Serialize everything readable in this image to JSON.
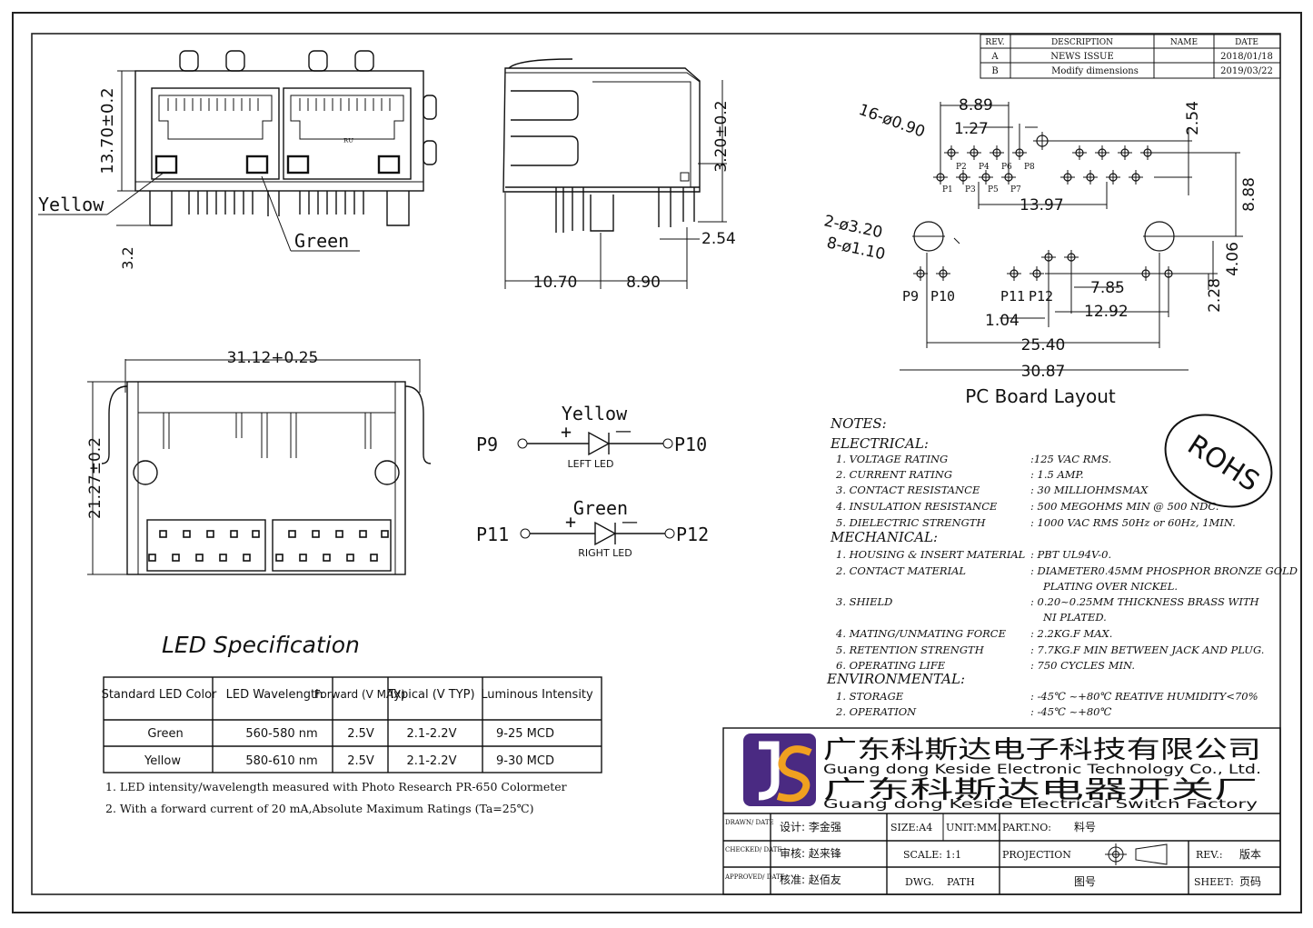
{
  "revision_table": {
    "headers": [
      "REV.",
      "DESCRIPTION",
      "NAME",
      "DATE"
    ],
    "rows": [
      [
        "A",
        "NEWS ISSUE",
        "",
        "2018/01/18"
      ],
      [
        "B",
        "Modify dimensions",
        "",
        "2019/03/22"
      ]
    ]
  },
  "front_view": {
    "height_dim": "13.70±0.2",
    "bottom_dim": "3.2",
    "led_yellow": "Yellow",
    "led_green": "Green"
  },
  "side_view": {
    "height_dim": "3.20±0.2",
    "pin_dim": "2.54",
    "dim_left": "10.70",
    "dim_right": "8.90"
  },
  "bottom_view": {
    "width_dim": "31.12+0.25",
    "height_dim": "21.27±0.2"
  },
  "led_circuits": [
    {
      "color": "Yellow",
      "pin_left": "P9",
      "pin_right": "P10",
      "plus": "+",
      "minus": "—",
      "label": "LEFT LED"
    },
    {
      "color": "Green",
      "pin_left": "P11",
      "pin_right": "P12",
      "plus": "+",
      "minus": "—",
      "label": "RIGHT LED"
    }
  ],
  "pcb_layout": {
    "title": "PC Board Layout",
    "dims": {
      "d889": "8.89",
      "d127": "1.27",
      "d254": "2.54",
      "holes_small": "16-ø0.90",
      "d1397": "13.97",
      "d888": "8.88",
      "holes_large": "2-ø3.20",
      "holes_mid": "8-ø1.10",
      "d406": "4.06",
      "d785": "7.85",
      "d1292": "12.92",
      "d228": "2.28",
      "d104": "1.04",
      "d2540": "25.40",
      "d3087": "30.87"
    },
    "pins_top": [
      "P2",
      "P4",
      "P6",
      "P8"
    ],
    "pins_bottom": [
      "P1",
      "P3",
      "P5",
      "P7"
    ],
    "led_pins": [
      "P9",
      "P10",
      "P11",
      "P12"
    ]
  },
  "rohs": "ROHS",
  "notes": {
    "title": "NOTES:",
    "sections": [
      {
        "heading": "ELECTRICAL:",
        "items": [
          {
            "label": "1.  VOLTAGE RATING",
            "value": ":125 VAC RMS."
          },
          {
            "label": "2.  CURRENT RATING",
            "value": ": 1.5 AMP."
          },
          {
            "label": "3. CONTACT RESISTANCE",
            "value": ": 30 MILLIOHMSMAX"
          },
          {
            "label": "4.  INSULATION RESISTANCE",
            "value": ": 500 MEGOHMS MIN @ 500  NDC."
          },
          {
            "label": "5. DIELECTRIC STRENGTH",
            "value": ": 1000 VAC RMS 50Hz  or 60Hz, 1MIN."
          }
        ]
      },
      {
        "heading": "MECHANICAL:",
        "items": [
          {
            "label": "1.  HOUSING & INSERT MATERIAL",
            "value": ": PBT UL94V-0."
          },
          {
            "label": "2.  CONTACT MATERIAL",
            "value": ": DIAMETER0.45MM PHOSPHOR BRONZE GOLD",
            "value2": "PLATING OVER NICKEL."
          },
          {
            "label": "3.  SHIELD",
            "value": ": 0.20~0.25MM THICKNESS BRASS WITH",
            "value2": "NI PLATED."
          },
          {
            "label": "4.  MATING/UNMATING FORCE",
            "value": ": 2.2KG.F MAX."
          },
          {
            "label": "5.  RETENTION STRENGTH",
            "value": ": 7.7KG.F MIN BETWEEN JACK AND PLUG."
          },
          {
            "label": "6.  OPERATING LIFE",
            "value": ": 750 CYCLES MIN."
          }
        ]
      },
      {
        "heading": "ENVIRONMENTAL:",
        "items": [
          {
            "label": "1. STORAGE",
            "value": ": -45℃  ~+80℃ REATIVE HUMIDITY<70%"
          },
          {
            "label": "2. OPERATION",
            "value": ": -45℃  ~+80℃"
          }
        ]
      }
    ]
  },
  "led_spec": {
    "title": "LED Specification",
    "headers": [
      "Standard LED Color",
      "LED Wavelength",
      "Forward (V MAX)",
      "Typical (V TYP)",
      "Luminous Intensity"
    ],
    "rows": [
      [
        "Green",
        "560-580 nm",
        "2.5V",
        "2.1-2.2V",
        "9-25 MCD"
      ],
      [
        "Yellow",
        "580-610 nm",
        "2.5V",
        "2.1-2.2V",
        "9-30 MCD"
      ]
    ],
    "footnotes": [
      "1. LED intensity/wavelength measured with Photo Research PR-650 Colormeter",
      "2. With a forward current of 20 mA,Absolute Maximum Ratings (Ta=25℃)"
    ]
  },
  "company": {
    "logo_letters": "JS",
    "name_cn_1": "广东科斯达电子科技有限公司",
    "name_en_1": "Guang dong Keside  Electronic  Technology Co., Ltd.",
    "name_cn_2": "广东科斯达电器开关厂",
    "name_en_2": "Guang dong Keside Electrical Switch Factory",
    "color_logo": "#4a2a82",
    "color_accent": "#f0a020"
  },
  "title_block": {
    "drawn_label": "DRAWN/ DATE",
    "design": "设计: 李金强",
    "size": "SIZE:A4",
    "unit": "UNIT:MM.",
    "part_no": "PART.NO:",
    "part_no_value": "料号",
    "checked_label": "CHECKED/ DATE",
    "review": "审核: 赵来锋",
    "scale": "SCALE: 1:1",
    "projection": "PROJECTION",
    "rev": "REV.:",
    "rev_value": "版本",
    "approved_label": "APPROVED/ DATE",
    "approve": "核准: 赵佰友",
    "dwg": "DWG.",
    "path": "PATH",
    "drawing_no": "图号",
    "sheet": "SHEET:",
    "sheet_value": "页码"
  }
}
